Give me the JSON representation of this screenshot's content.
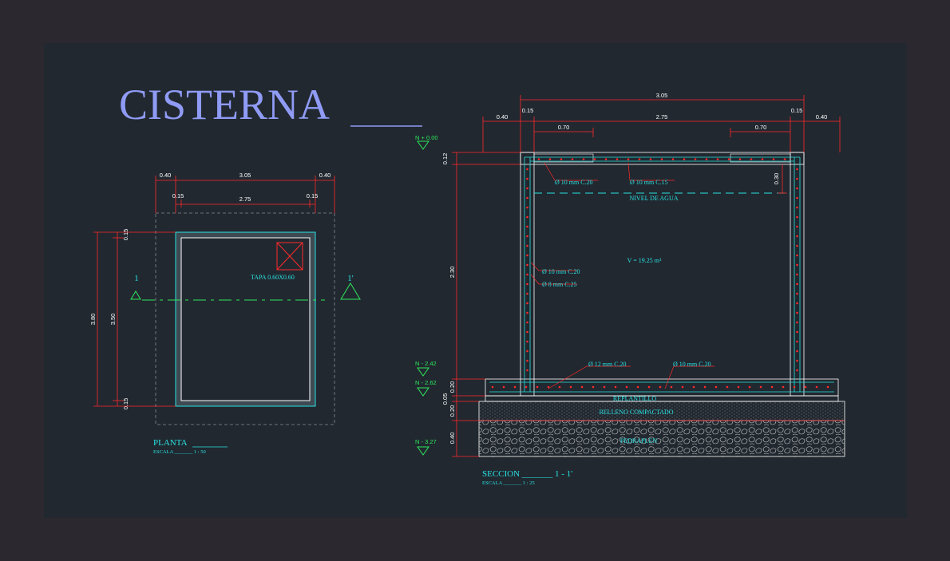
{
  "title": "CISTERNA",
  "colors": {
    "frame_bg": "#2b2830",
    "sheet_bg": "#212830",
    "dimension_line": "#ff2a2a",
    "annotation": "#29e2e2",
    "outline": "#ffffff",
    "level_marker": "#2ee85a",
    "title": "#8f9bf5"
  },
  "plan": {
    "title": "PLANTA",
    "scale": "ESCALA _______ 1 : 50",
    "dims_top": [
      "0.40",
      "3.05",
      "0.40"
    ],
    "dims_inner": [
      "0.15",
      "2.75",
      "0.15"
    ],
    "dims_left": [
      "3.80",
      "3.50"
    ],
    "dims_left_small": [
      "0.15",
      "0.15"
    ],
    "lid_label": "TAPA 0.60X0.60",
    "section_mark_left": "1",
    "section_mark_right": "1'"
  },
  "section": {
    "title": "SECCION _______ 1 - 1'",
    "scale": "ESCALA _______ 1 : 25",
    "dims_top_total": "3.05",
    "dims_top": [
      "0.40",
      "0.15",
      "2.75",
      "0.15",
      "0.40"
    ],
    "dims_openings": [
      "0.70",
      "0.70"
    ],
    "dims_left": [
      "0.12",
      "2.30",
      "0.20",
      "0.05",
      "0.20",
      "0.40"
    ],
    "dim_right": "0.30",
    "levels": [
      "N + 0.00",
      "N - 2.42",
      "N - 2.62",
      "N - 3.27"
    ],
    "rebar_top_left": "Ø 10 mm C.20",
    "rebar_top_right": "Ø 10 mm C.15",
    "water_level": "NIVEL DE AGUA",
    "volume": "V = 19.25 m³",
    "rebar_wall_1": "Ø 10 mm C.20",
    "rebar_wall_2": "Ø 8 mm C.25",
    "rebar_floor_1": "Ø 12 mm C.20",
    "rebar_floor_2": "Ø 10 mm C.20",
    "layer_1": "REPLANTILLO",
    "layer_2": "RELLENO COMPACTADO",
    "layer_3": "PEDRAPLEN"
  }
}
